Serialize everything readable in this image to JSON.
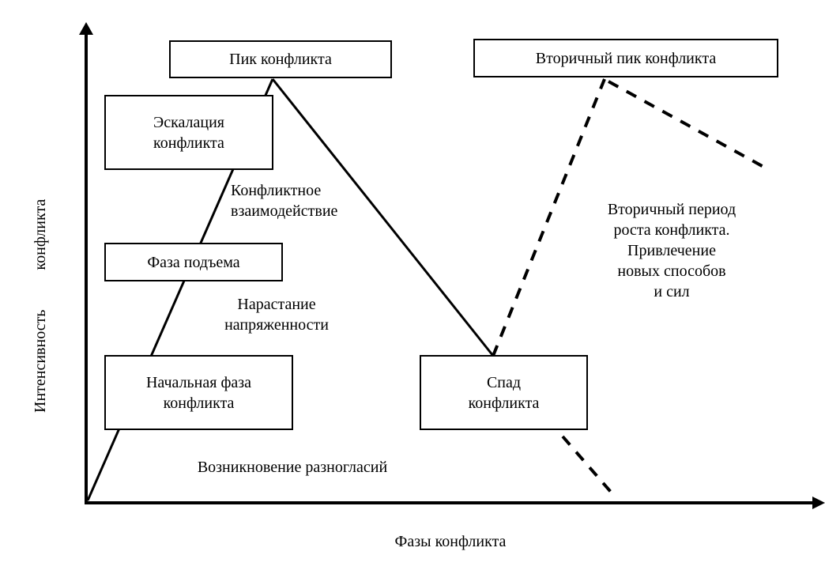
{
  "axes": {
    "y_label_part1": "Интенсивность",
    "y_label_part2": "конфликта",
    "x_label": "Фазы конфликта"
  },
  "boxes": {
    "peak": "Пик конфликта",
    "secondary_peak": "Вторичный пик конфликта",
    "escalation": "Эскалация\nконфликта",
    "rise_phase": "Фаза подъема",
    "initial_phase": "Начальная фаза\nконфликта",
    "decline": "Спад\nконфликта"
  },
  "labels": {
    "conflict_interaction": "Конфликтное\nвзаимодействие",
    "tension_growth": "Нарастание\nнапряженности",
    "disagreement_origin": "Возникновение разногласий",
    "secondary_growth": "Вторичный период\nроста конфликта.\nПривлечение\nновых способов\nи сил"
  }
}
